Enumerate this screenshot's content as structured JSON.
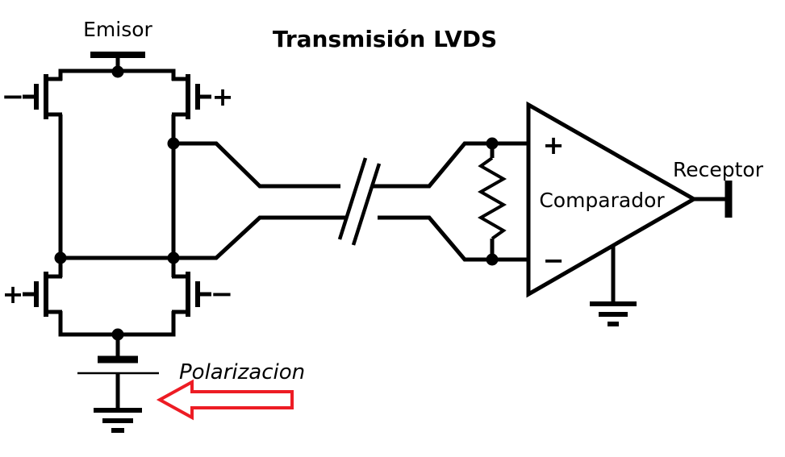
{
  "diagram": {
    "title": "Transmisión LVDS",
    "labels": {
      "emitter": "Emisor",
      "receiver": "Receptor",
      "comparator": "Comparador",
      "bias": "Polarizacion"
    },
    "transistor_signs": {
      "top_left": "−",
      "top_right": "+",
      "bottom_left": "+",
      "bottom_right": "−"
    },
    "comparator_inputs": {
      "plus": "+",
      "minus": "−"
    },
    "colors": {
      "line": "#000000",
      "arrow_red": "#ed1c24",
      "background": "#ffffff"
    }
  }
}
